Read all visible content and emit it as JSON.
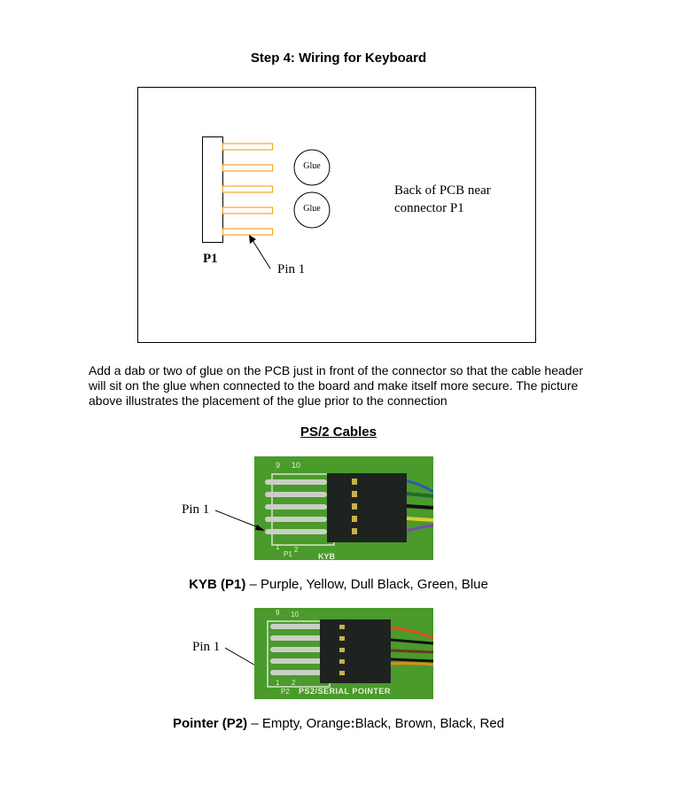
{
  "title": "Step 4: Wiring for Keyboard",
  "diagram": {
    "glue_labels": [
      "Glue",
      "Glue"
    ],
    "connector_label": "P1",
    "pin_label": "Pin 1",
    "note_line1": "Back of PCB near",
    "note_line2": "connector P1",
    "pin_color": "#f5a623"
  },
  "instructions": "Add a dab or two of glue on the PCB just in front of the connector so that the cable header will sit on the glue when connected to the board and make itself more secure. The picture above illustrates the placement of the glue prior to the connection",
  "section_title": "PS/2 Cables",
  "photos": [
    {
      "pin_label": "Pin 1",
      "silkscreen": [
        "9",
        "10",
        "1",
        "2",
        "P1",
        "KYB"
      ],
      "caption_bold": "KYB (P1)",
      "caption_rest": " – Purple, Yellow, Dull Black, Green, Blue"
    },
    {
      "pin_label": "Pin 1",
      "silkscreen": [
        "9",
        "10",
        "1",
        "2",
        "P2",
        "PS2/SERIAL POINTER"
      ],
      "caption_bold": "Pointer (P2)",
      "caption_rest_a": " – Empty, Orange",
      "caption_colon": ":",
      "caption_rest_b": "Black, Brown, Black, Red"
    }
  ]
}
